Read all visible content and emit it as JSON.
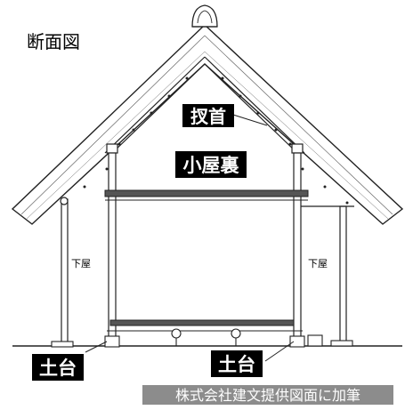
{
  "title": "断面図",
  "labels": {
    "sasu": "扠首",
    "koyaura": "小屋裏",
    "geya_left": "下屋",
    "geya_right": "下屋",
    "dodai_left": "土台",
    "dodai_right": "土台"
  },
  "credit": "株式会社建文提供図面に加筆",
  "colors": {
    "label_background": "#000000",
    "label_text": "#ffffff",
    "credit_background": "#8c8c8c",
    "line": "#222222"
  }
}
